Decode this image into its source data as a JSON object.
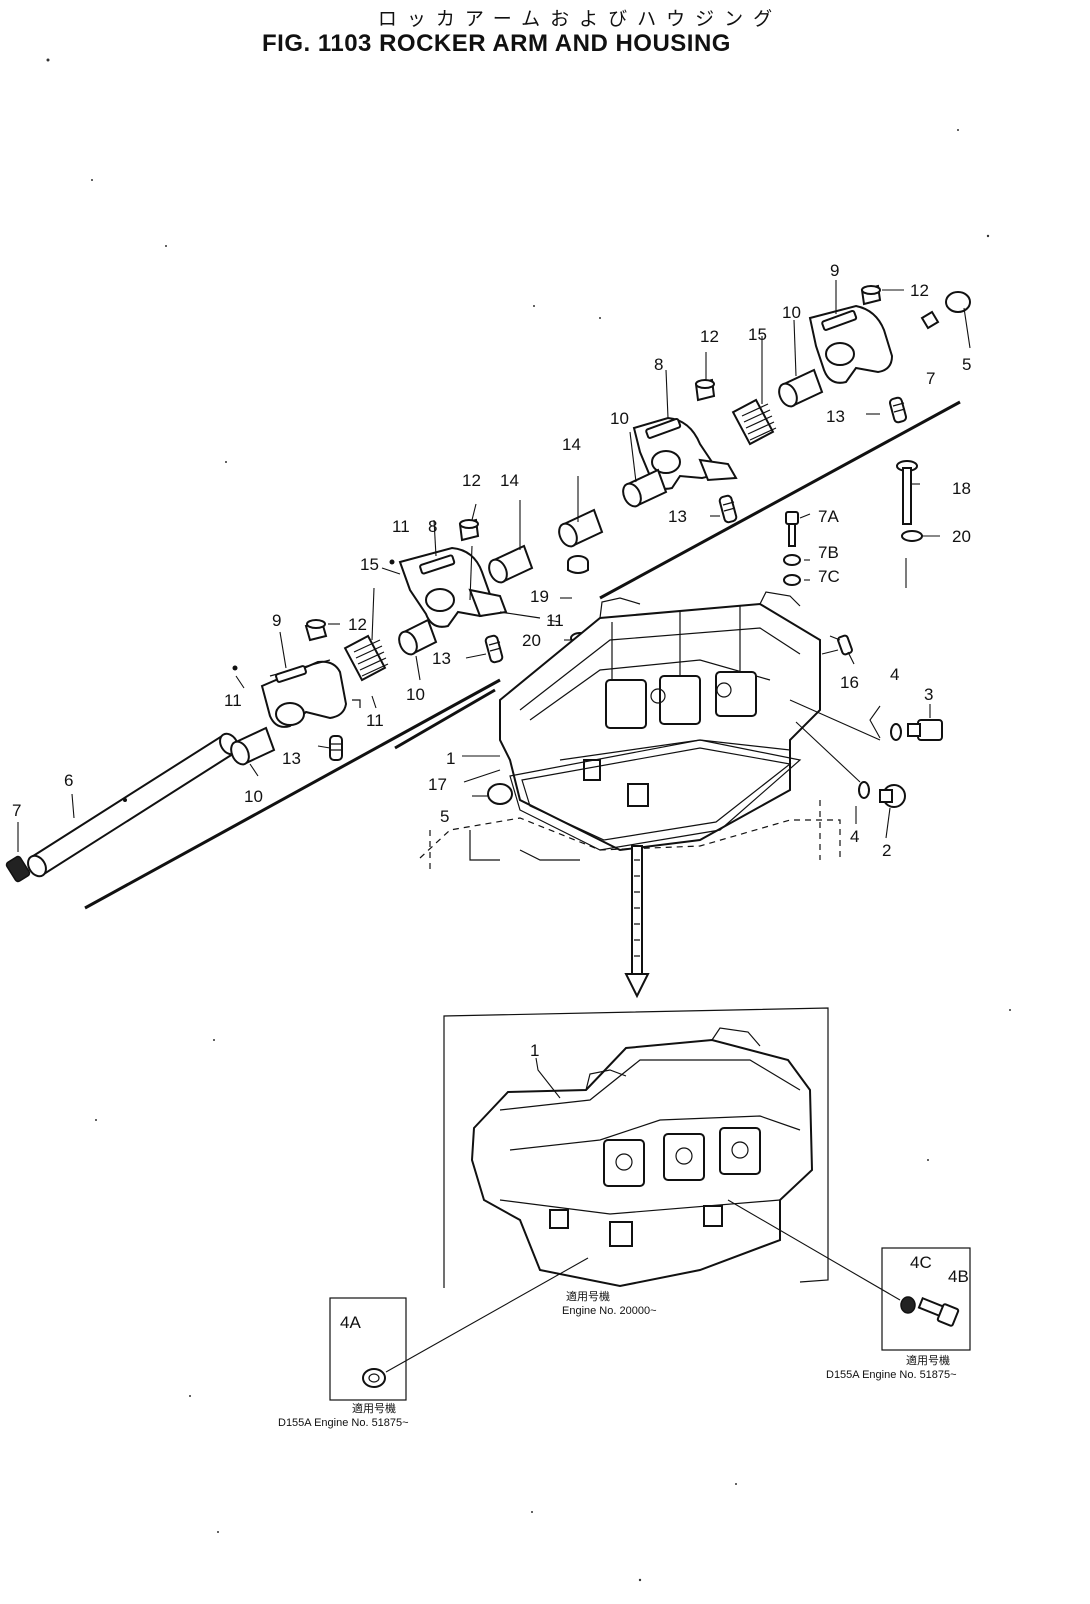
{
  "header": {
    "title_jp": "ロッカアームおよびハウジング",
    "title_en": "FIG. 1103  ROCKER ARM AND HOUSING"
  },
  "labels": [
    {
      "id": "l9a",
      "text": "9"
    },
    {
      "id": "l12a",
      "text": "12"
    },
    {
      "id": "l5a",
      "text": "5"
    },
    {
      "id": "l7a",
      "text": "7"
    },
    {
      "id": "l13a",
      "text": "13"
    },
    {
      "id": "l10a",
      "text": "10"
    },
    {
      "id": "l15a",
      "text": "15"
    },
    {
      "id": "l12b",
      "text": "12"
    },
    {
      "id": "l8a",
      "text": "8"
    },
    {
      "id": "l10b",
      "text": "10"
    },
    {
      "id": "l14a",
      "text": "14"
    },
    {
      "id": "l13b",
      "text": "13"
    },
    {
      "id": "l18",
      "text": "18"
    },
    {
      "id": "l20a",
      "text": "20"
    },
    {
      "id": "l7A",
      "text": "7A"
    },
    {
      "id": "l7B",
      "text": "7B"
    },
    {
      "id": "l7C",
      "text": "7C"
    },
    {
      "id": "l12c",
      "text": "12"
    },
    {
      "id": "l14b",
      "text": "14"
    },
    {
      "id": "l11a",
      "text": "11"
    },
    {
      "id": "l8b",
      "text": "8"
    },
    {
      "id": "l15b",
      "text": "15"
    },
    {
      "id": "l19",
      "text": "19"
    },
    {
      "id": "l20b",
      "text": "20"
    },
    {
      "id": "l11b",
      "text": "11"
    },
    {
      "id": "l9b",
      "text": "9"
    },
    {
      "id": "l12d",
      "text": "12"
    },
    {
      "id": "l13c",
      "text": "13"
    },
    {
      "id": "l11c",
      "text": "11"
    },
    {
      "id": "l10c",
      "text": "10"
    },
    {
      "id": "l11d",
      "text": "11"
    },
    {
      "id": "l16",
      "text": "16"
    },
    {
      "id": "l4a",
      "text": "4"
    },
    {
      "id": "l3",
      "text": "3"
    },
    {
      "id": "l13d",
      "text": "13"
    },
    {
      "id": "l6",
      "text": "6"
    },
    {
      "id": "l7b",
      "text": "7"
    },
    {
      "id": "l10d",
      "text": "10"
    },
    {
      "id": "l1a",
      "text": "1"
    },
    {
      "id": "l17",
      "text": "17"
    },
    {
      "id": "l5b",
      "text": "5"
    },
    {
      "id": "l4b",
      "text": "4"
    },
    {
      "id": "l2",
      "text": "2"
    },
    {
      "id": "l1b",
      "text": "1"
    },
    {
      "id": "l4C",
      "text": "4C"
    },
    {
      "id": "l4B",
      "text": "4B"
    },
    {
      "id": "l4A",
      "text": "4A"
    }
  ],
  "notes": {
    "inset_main_jp": "適用号機",
    "inset_main_en": "Engine  No.  20000~",
    "inset_4a_jp": "適用号機",
    "inset_4a_en": "D155A  Engine  No.  51875~",
    "inset_4b_jp": "適用号機",
    "inset_4b_en": "D155A  Engine  No.  51875~"
  }
}
